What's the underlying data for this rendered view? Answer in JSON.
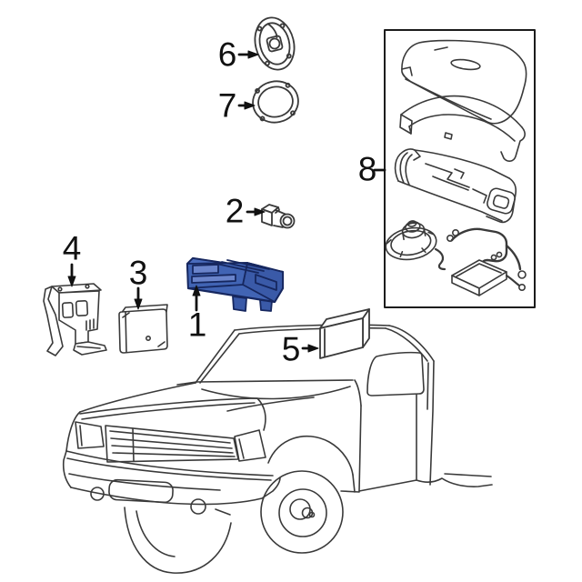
{
  "diagram": {
    "kind": "exploded-parts-diagram",
    "subject": "pickup-truck audio system components",
    "background": "#ffffff",
    "line_color": "#3a3a3a",
    "label_color": "#111111",
    "highlight": {
      "fill": "#4164b4",
      "fill_top": "#4a6cbd",
      "fill_side": "#3a5aa8",
      "fill_inset": "#6a84cb",
      "stroke": "#16275f"
    }
  },
  "callouts": [
    {
      "label": "1",
      "part": "radio-head-unit",
      "highlighted": true
    },
    {
      "label": "2",
      "part": "antenna-adapter"
    },
    {
      "label": "3",
      "part": "amplifier-module"
    },
    {
      "label": "4",
      "part": "mounting-bracket"
    },
    {
      "label": "5",
      "part": "amplifier-box"
    },
    {
      "label": "6",
      "part": "oval-speaker"
    },
    {
      "label": "7",
      "part": "speaker-gasket"
    },
    {
      "label": "8",
      "part": "console-subwoofer-assembly"
    }
  ]
}
